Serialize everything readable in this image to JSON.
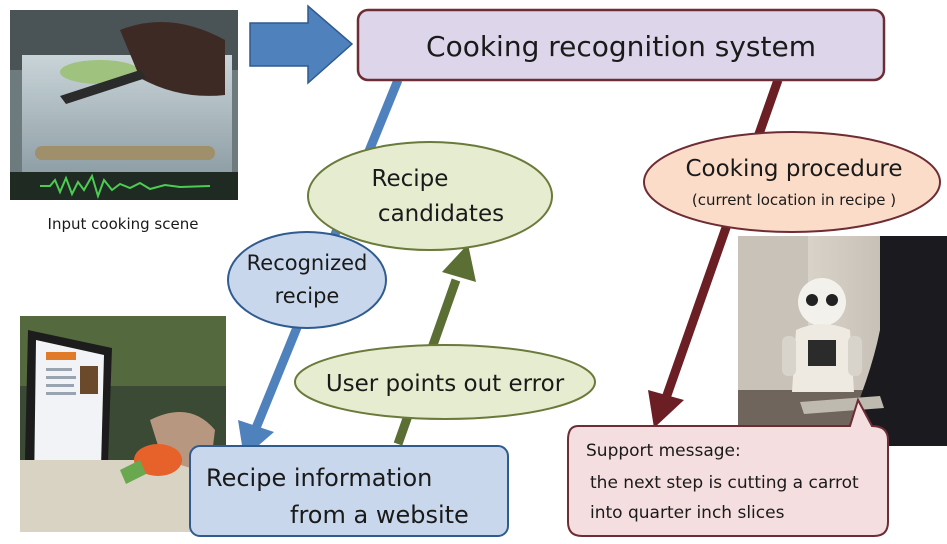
{
  "system_box": {
    "label": "Cooking recognition system"
  },
  "input_scene": {
    "caption": "Input cooking scene"
  },
  "recipe_candidates": {
    "line1": "Recipe",
    "line2": "candidates"
  },
  "recognized_recipe": {
    "line1": "Recognized",
    "line2": "recipe"
  },
  "user_error": {
    "label": "User points out error"
  },
  "cooking_procedure": {
    "line1": "Cooking procedure",
    "line2": "(current location in recipe )"
  },
  "recipe_info": {
    "line1": "Recipe information",
    "line2": "from a website"
  },
  "support_message": {
    "line1": "Support message:",
    "line2": "the next step is cutting a carrot",
    "line3": "into quarter inch slices"
  },
  "colors": {
    "system_fill": "#ddd6ea",
    "system_stroke": "#6e2c35",
    "green_fill": "#e6eccf",
    "blue_fill": "#c8d7ec",
    "orange_fill": "#fbdcc8",
    "pink_fill": "#f4dedf",
    "arrow_blue": "#4f81bd",
    "arrow_green": "#5b6e33",
    "arrow_maroon": "#6b1f24"
  }
}
